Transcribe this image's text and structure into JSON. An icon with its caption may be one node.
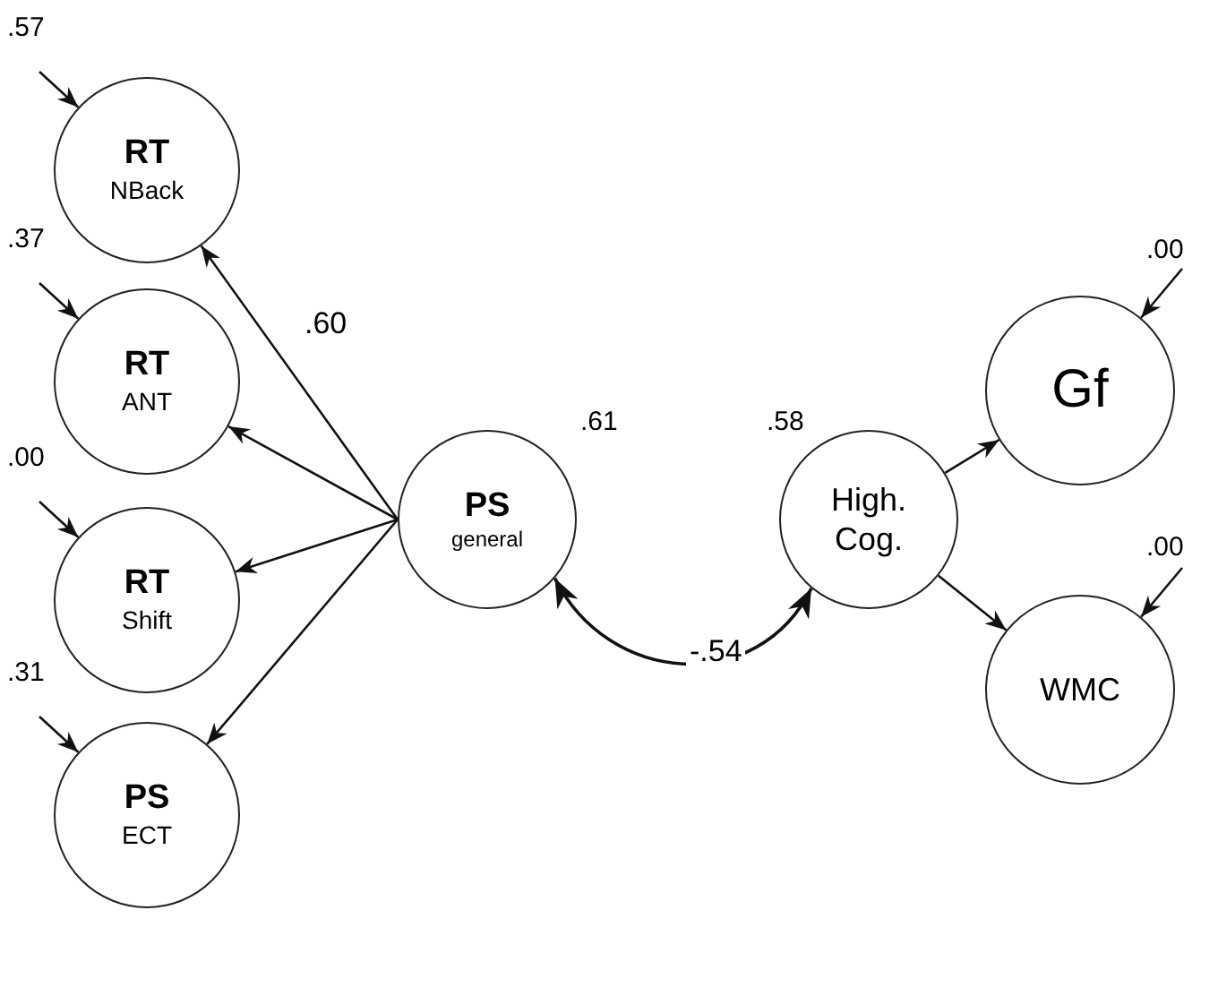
{
  "diagram": {
    "nodes": [
      {
        "text": [
          "RT",
          "NBack"
        ],
        "beside": [
          ".57"
        ]
      },
      {
        "text": [
          "RT",
          "ANT"
        ]
      },
      {
        "text": [
          "RT",
          "Shift"
        ]
      },
      {
        "text": [
          "PS",
          "ECT"
        ]
      },
      {
        "text": [
          "PS",
          "general"
        ],
        "beside": [
          ".61"
        ]
      },
      {
        "text": [
          "High. Cog."
        ],
        "beside": [
          ".58"
        ]
      },
      {
        "text": [
          "Gf"
        ],
        "beside": [
          ".00"
        ]
      },
      {
        "text": [
          "WMC"
        ],
        "beside": [
          ".00"
        ]
      }
    ],
    "edges": [
      {
        "from": 4,
        "to": 0,
        "arrow": "to",
        "label": ".60"
      },
      {
        "from": 4,
        "to": 1,
        "arrow": "to"
      },
      {
        "from": 4,
        "to": 2,
        "arrow": "to"
      },
      {
        "from": 4,
        "to": 3,
        "arrow": "to"
      },
      {
        "from": 4,
        "to": 5,
        "arrow": "both",
        "label": "-.54"
      },
      {
        "from": 5,
        "to": 6,
        "arrow": "to"
      },
      {
        "from": 5,
        "to": 7,
        "arrow": "to"
      },
      {
        "from": null,
        "to": 0,
        "arrow": "to"
      },
      {
        "from": null,
        "to": 1,
        "arrow": "to"
      },
      {
        "from": null,
        "to": 2,
        "arrow": "to"
      },
      {
        "from": null,
        "to": 3,
        "arrow": "to"
      },
      {
        "from": null,
        "to": 6,
        "arrow": "to"
      },
      {
        "from": null,
        "to": 7,
        "arrow": "to"
      }
    ],
    "labels": [
      ".37",
      ".00",
      ".31"
    ]
  }
}
